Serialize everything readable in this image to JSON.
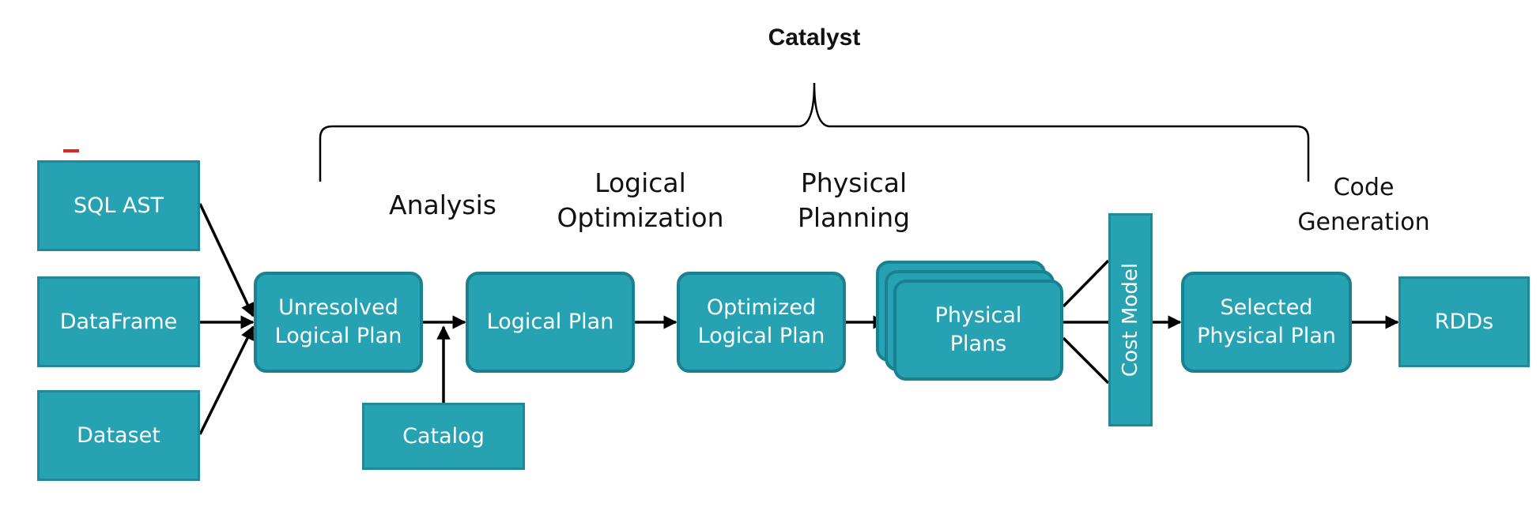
{
  "title": "Catalyst",
  "stages": {
    "analysis": "Analysis",
    "logical_optimization": "Logical\nOptimization",
    "physical_planning": "Physical\nPlanning",
    "code_generation": "Code\nGeneration"
  },
  "inputs": {
    "sql_ast": "SQL AST",
    "dataframe": "DataFrame",
    "dataset": "Dataset"
  },
  "nodes": {
    "unresolved_logical_plan": "Unresolved\nLogical Plan",
    "catalog": "Catalog",
    "logical_plan": "Logical Plan",
    "optimized_logical_plan": "Optimized\nLogical Plan",
    "physical_plans": "Physical\nPlans",
    "cost_model": "Cost Model",
    "selected_physical_plan": "Selected\nPhysical Plan",
    "rdds": "RDDs"
  },
  "colors": {
    "box_fill": "#26a2b3",
    "box_border": "#1a8191",
    "accent_mark": "#e02424"
  }
}
